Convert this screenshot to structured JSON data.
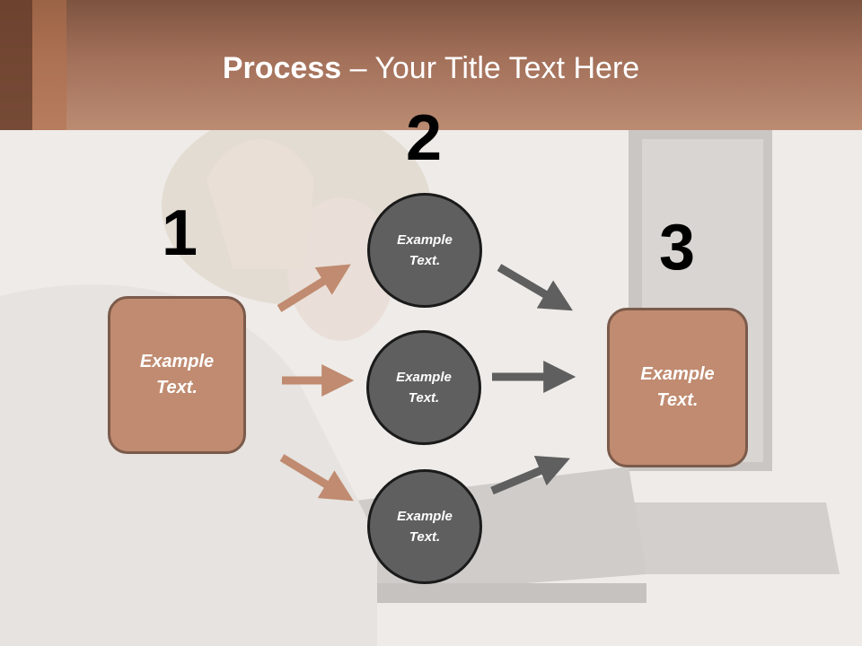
{
  "slide": {
    "title_bold": "Process",
    "title_rest": " – Your Title Text Here"
  },
  "steps": {
    "one": {
      "number": "1",
      "box_text": "Example Text."
    },
    "two": {
      "number": "2",
      "circles": [
        "Example Text.",
        "Example Text.",
        "Example Text."
      ]
    },
    "three": {
      "number": "3",
      "box_text": "Example Text."
    }
  },
  "colors": {
    "header": "#a3705a",
    "box_fill": "#c08b70",
    "box_border": "#7b5a4b",
    "circle_fill": "#5f5f5f",
    "arrow_brown": "#c08b70",
    "arrow_gray": "#5f5f5f"
  }
}
